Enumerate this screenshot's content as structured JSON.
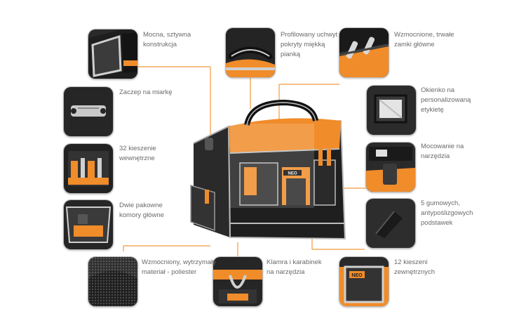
{
  "accent_color": "#f39a3c",
  "features": [
    {
      "id": "mocna",
      "lines": [
        "Mocna, sztywna",
        "konstrukcja"
      ]
    },
    {
      "id": "uchwyt",
      "lines": [
        "Profilowany uchwyt",
        "pokryty miękką",
        "pianką"
      ]
    },
    {
      "id": "zamki",
      "lines": [
        "Wzmocnione, trwałe",
        "zamki główne"
      ]
    },
    {
      "id": "miarka",
      "lines": [
        "Zaczep na miarkę"
      ]
    },
    {
      "id": "okienko",
      "lines": [
        "Okienko na",
        "personalizowaną",
        "etykietę"
      ]
    },
    {
      "id": "kieszenie32",
      "lines": [
        "32 kieszenie",
        "wewnętrzne"
      ]
    },
    {
      "id": "mocowanie",
      "lines": [
        "Mocowanie na",
        "narzędzia"
      ]
    },
    {
      "id": "komory",
      "lines": [
        "Dwie pakowne",
        "komory główne"
      ]
    },
    {
      "id": "podstawki",
      "lines": [
        "5 gumowych,",
        "antypoślizgowych",
        "podstawek"
      ]
    },
    {
      "id": "material",
      "lines": [
        "Wzmocniony, wytrzymały",
        "materiał - poliester"
      ]
    },
    {
      "id": "klamra",
      "lines": [
        "Klamra i karabinek",
        "na narzędzia"
      ]
    },
    {
      "id": "kieszenie12",
      "lines": [
        "12 kieszeni",
        "zewnętrznych"
      ]
    }
  ],
  "brand_mark": "NEO"
}
